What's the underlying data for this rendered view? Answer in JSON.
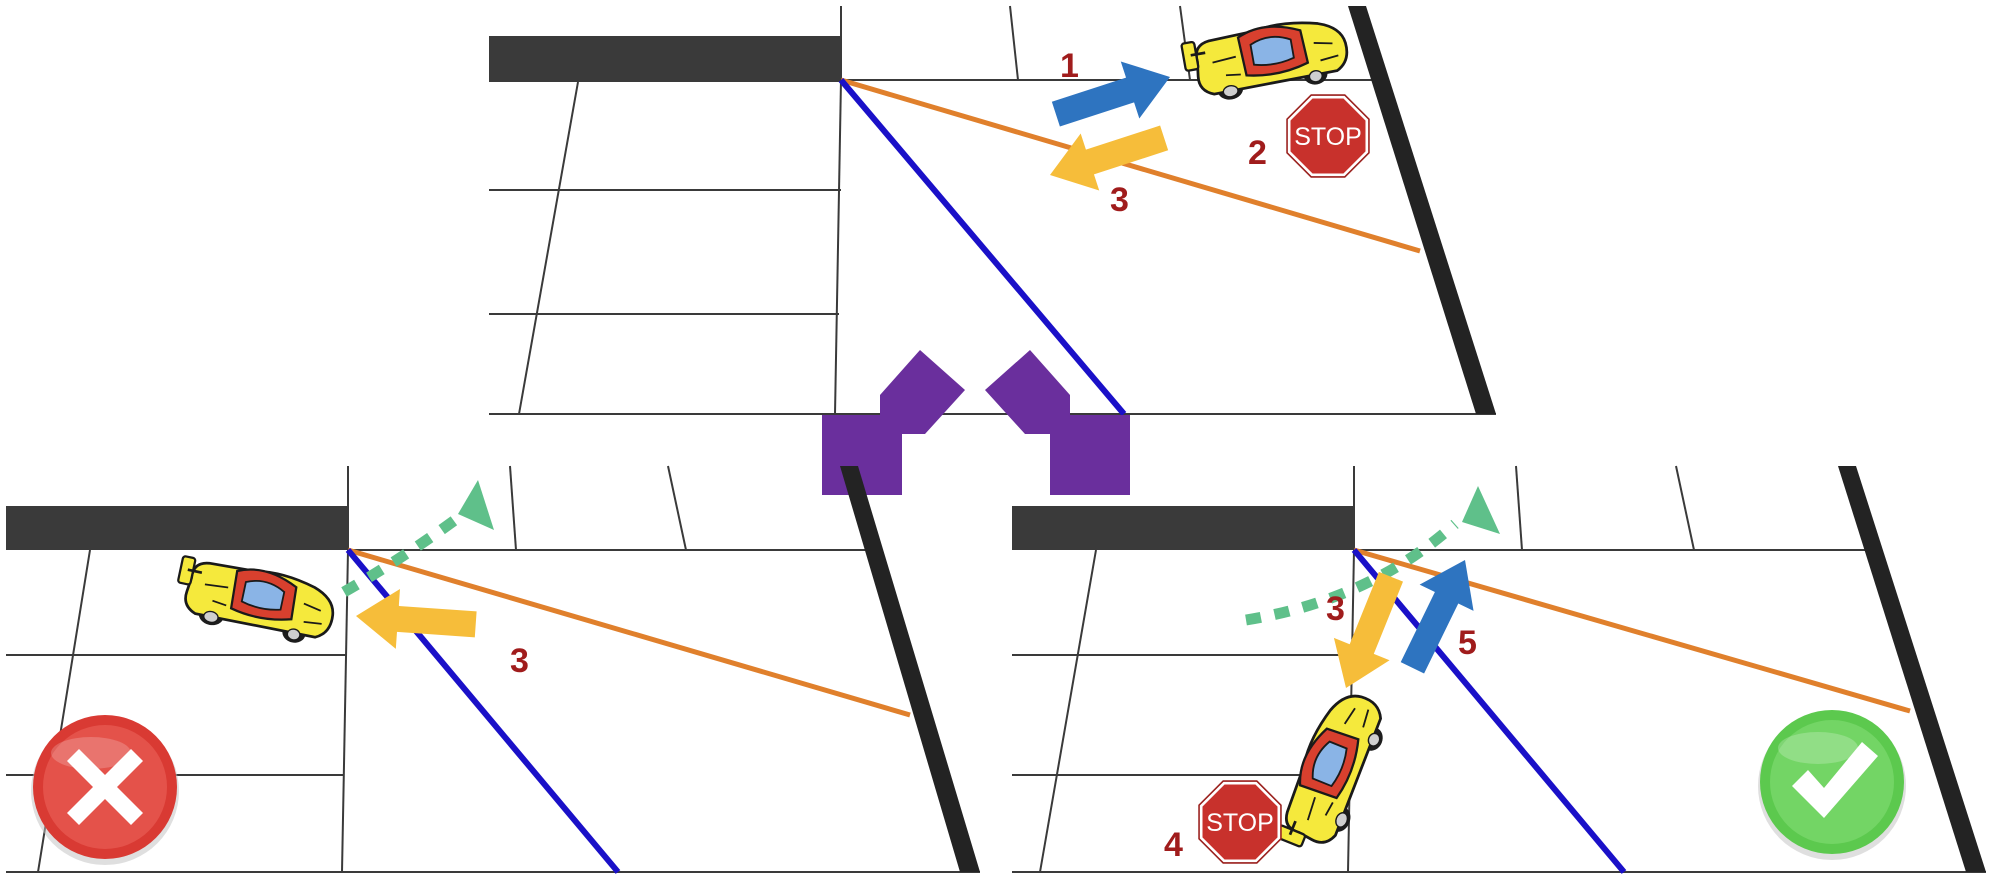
{
  "colors": {
    "wall": "#3a3a3a",
    "curb": "#232323",
    "lane_line": "#3a3a3a",
    "blue_line": "#1a10c8",
    "orange_line": "#e0802c",
    "forward_arrow": "#2e74c0",
    "reverse_arrow": "#f6bd3a",
    "transition_arrow": "#6a2f9d",
    "path_dotted": "#5fc08a",
    "step_number": "#a01c1c",
    "stop_sign": "#c8312c",
    "car_body": "#f5e93c",
    "car_roof": "#d8402e",
    "wrong_badge": "#d93a33",
    "correct_badge": "#5cc94e"
  },
  "top_panel": {
    "labels": {
      "step_forward": "1",
      "step_stop": "2",
      "step_reverse": "3"
    },
    "stop_sign_text": "STOP",
    "icons": [
      "car-icon",
      "stop-sign-icon",
      "forward-arrow-icon",
      "reverse-arrow-icon"
    ]
  },
  "transition": {
    "icons": [
      "left-branch-arrow-icon",
      "right-branch-arrow-icon"
    ]
  },
  "bottom_left": {
    "labels": {
      "step_reverse": "3"
    },
    "result_icon": "x-cross-icon",
    "icons": [
      "car-icon",
      "reverse-arrow-icon",
      "dotted-path-arrow-icon",
      "x-cross-icon"
    ]
  },
  "bottom_right": {
    "labels": {
      "step_reverse": "3",
      "step_stop": "4",
      "step_forward": "5"
    },
    "stop_sign_text": "STOP",
    "result_icon": "checkmark-icon",
    "icons": [
      "car-icon",
      "stop-sign-icon",
      "reverse-arrow-icon",
      "forward-arrow-icon",
      "dotted-path-arrow-icon",
      "checkmark-icon"
    ]
  }
}
